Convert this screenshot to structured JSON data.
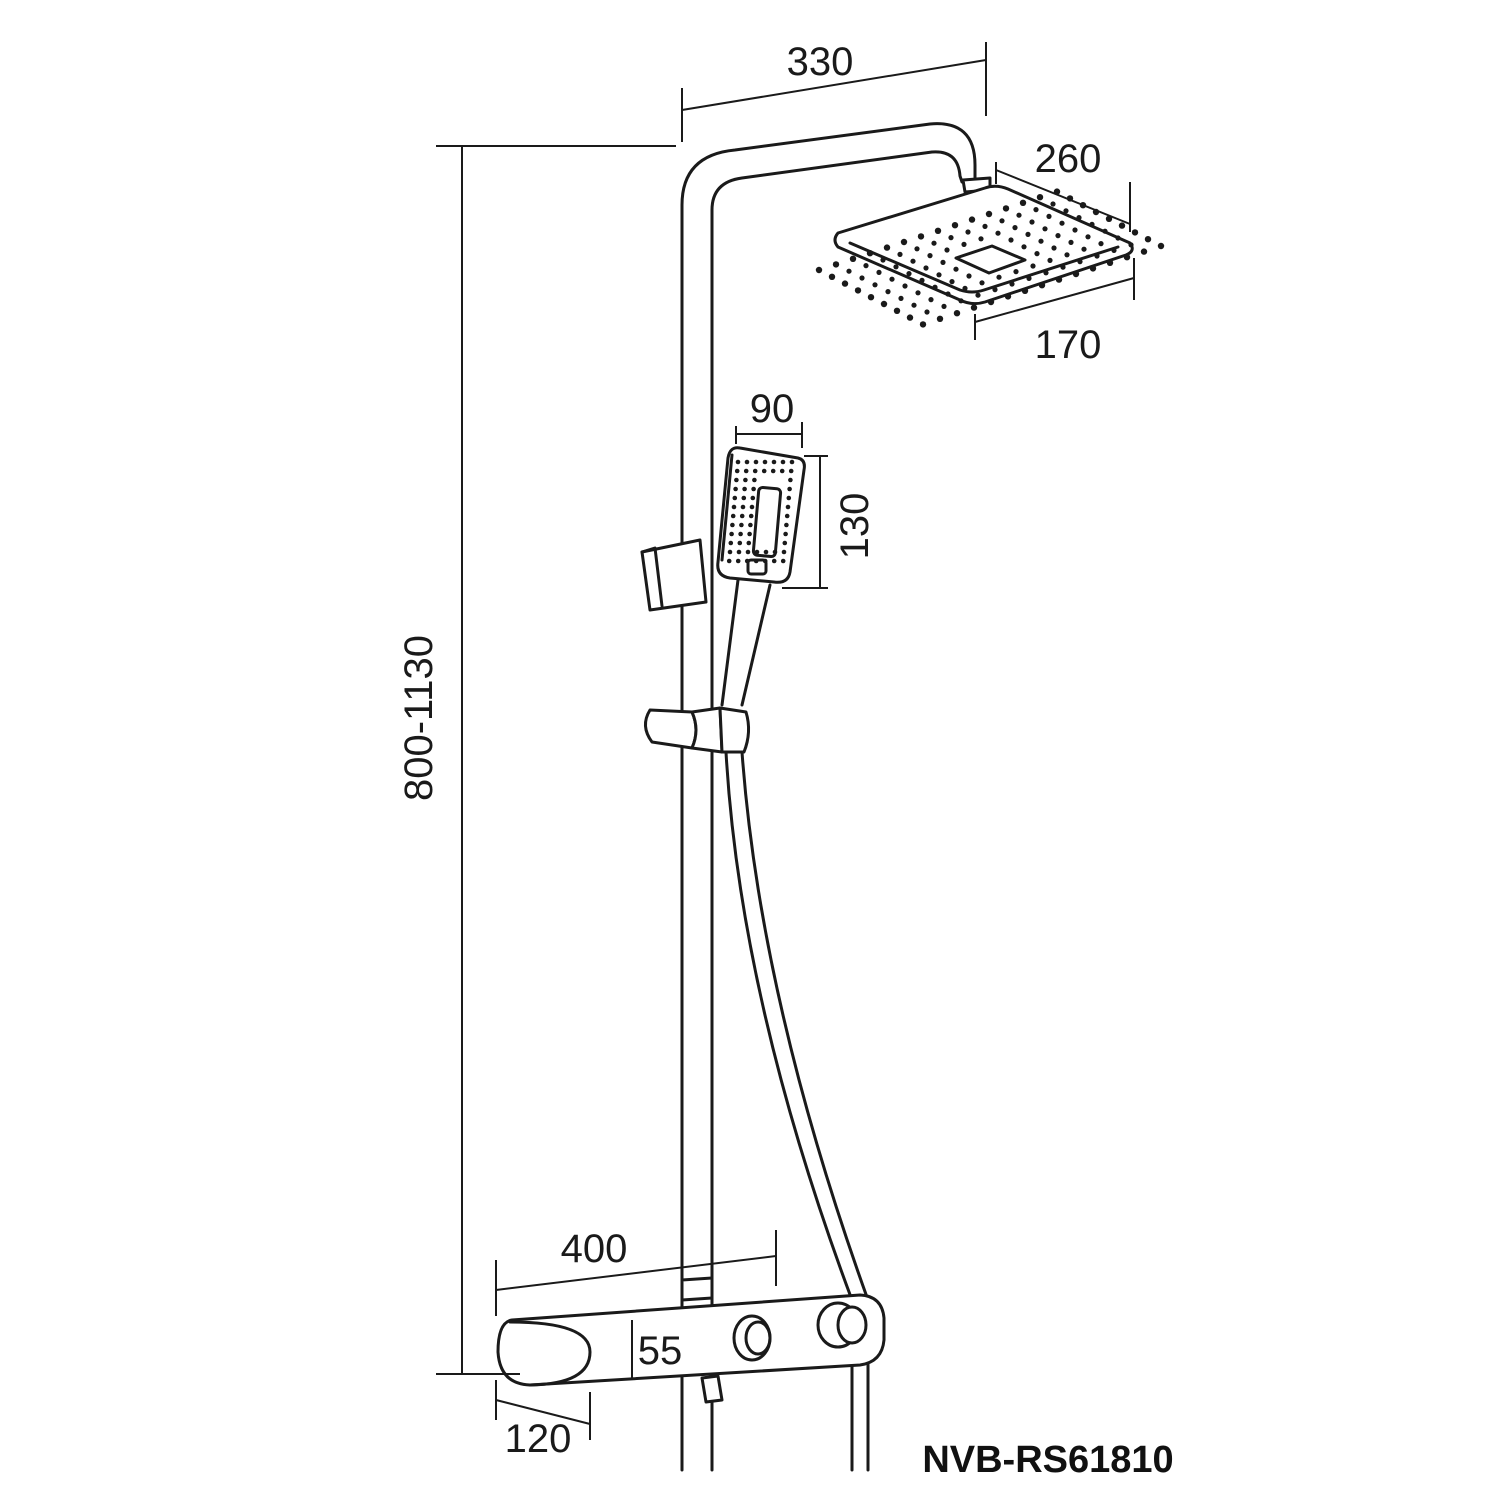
{
  "dimensions": {
    "arm_reach": "330",
    "head_length": "260",
    "head_width": "170",
    "hand_width": "90",
    "hand_height": "130",
    "total_height": "800-1130",
    "mixer_width": "400",
    "mixer_height": "55",
    "mixer_depth": "120"
  },
  "model_code": "NVB-RS61810"
}
